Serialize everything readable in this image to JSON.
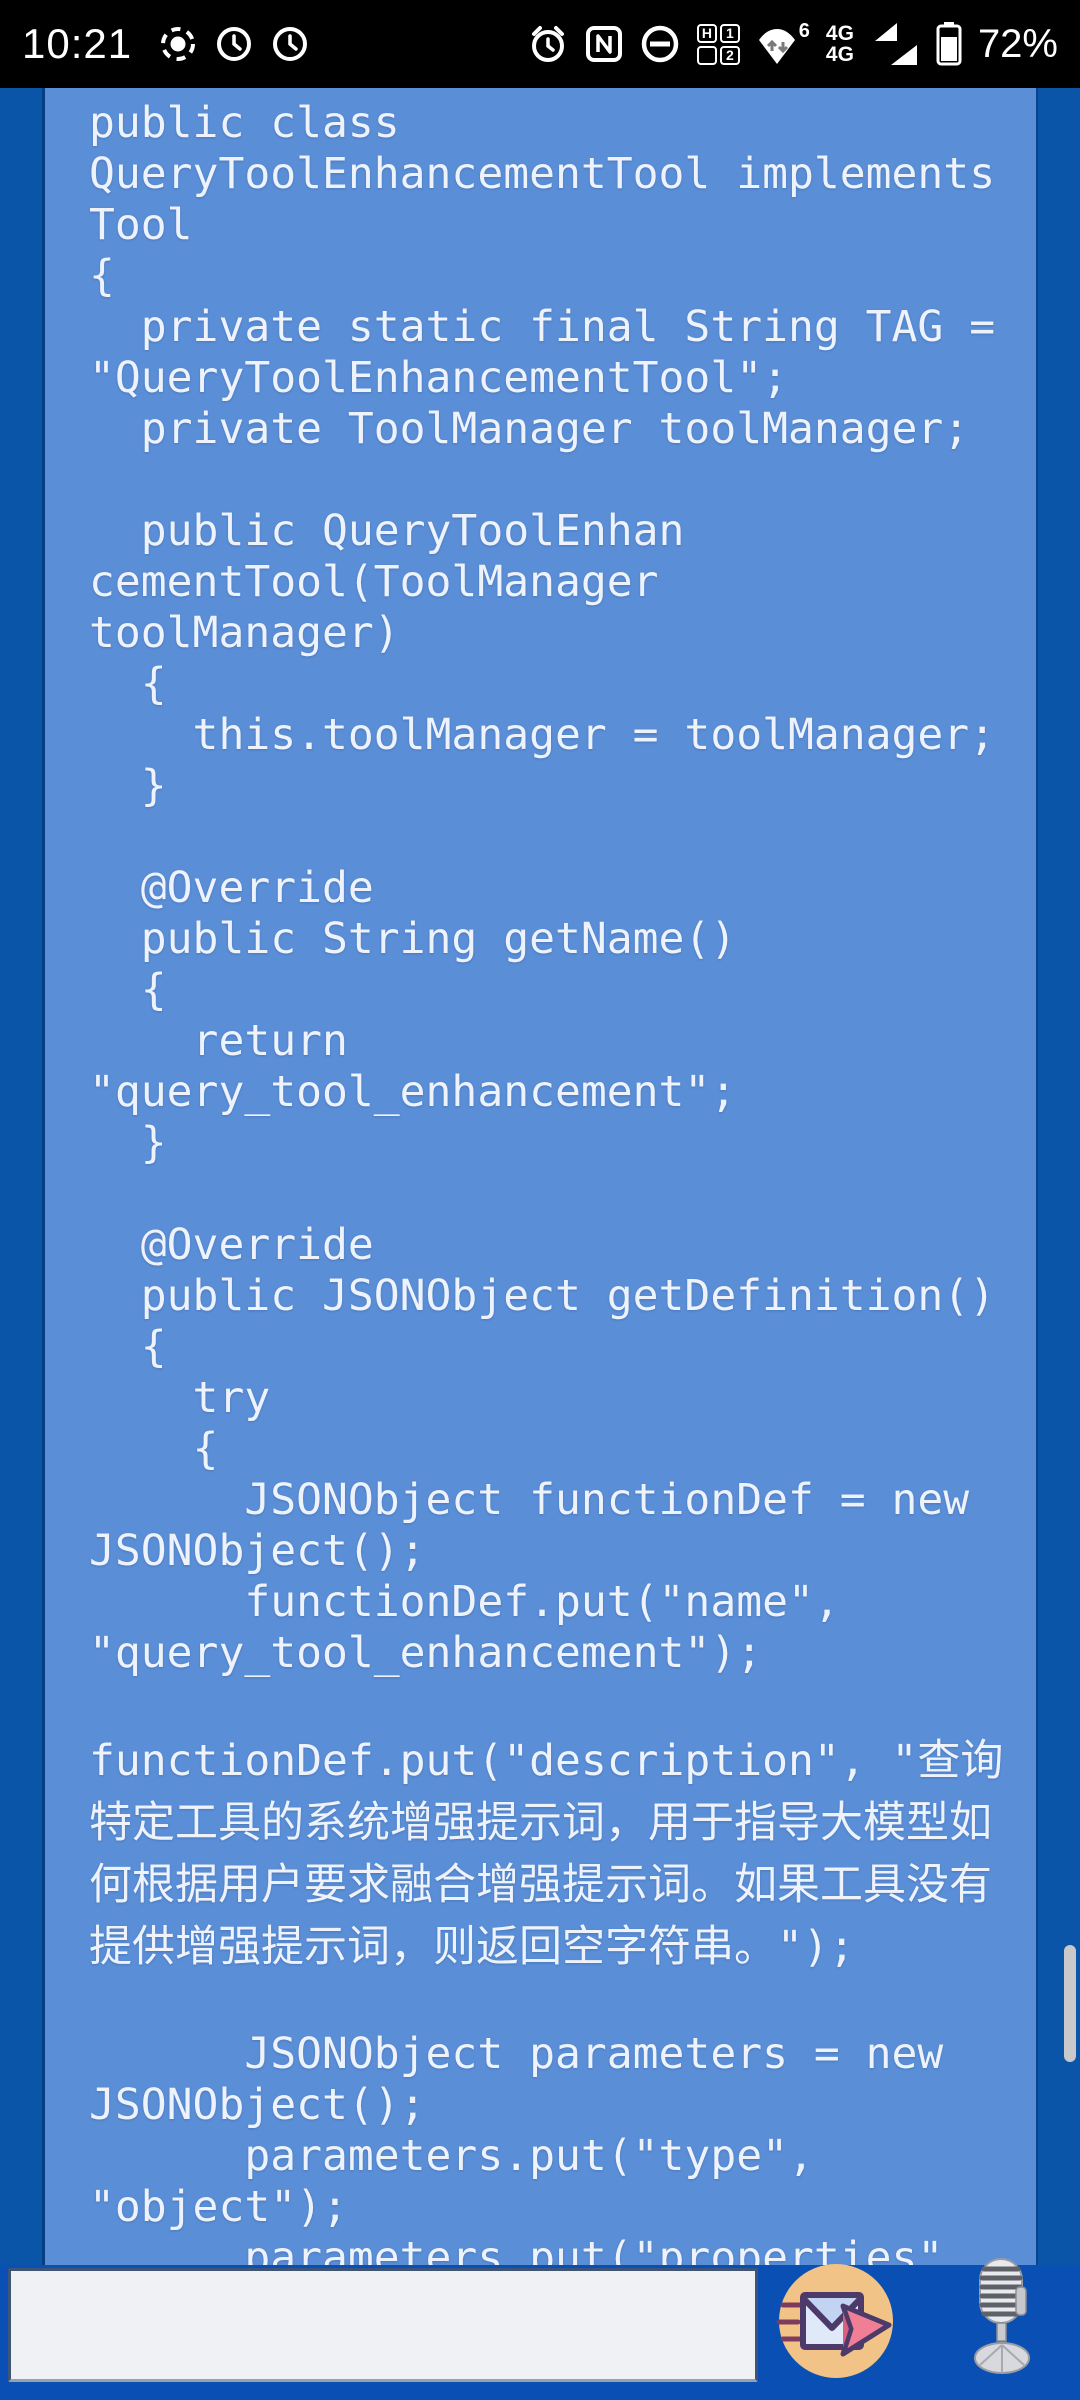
{
  "status_bar": {
    "time": "10:21",
    "battery_percent": "72%",
    "wifi_generation": "6",
    "sim1_network": "4G",
    "sim2_network": "4G",
    "hd_grid": {
      "top_left": "H",
      "top_right": "1",
      "bottom_left": "",
      "bottom_right": "2"
    },
    "left_icons": [
      "screen-record-icon",
      "clock-icon",
      "clock-icon"
    ],
    "right_icons": [
      "alarm-icon",
      "nfc-icon",
      "do-not-disturb-icon",
      "hd-sim-grid-icon",
      "wifi-icon",
      "dual-sim-signal-icon",
      "battery-icon"
    ]
  },
  "code_viewer": {
    "lines": [
      "public class",
      "QueryToolEnhancementTool implements",
      "Tool",
      "{",
      "  private static final String TAG =",
      "\"QueryToolEnhancementTool\";",
      "  private ToolManager toolManager;",
      "",
      "  public QueryToolEnhan",
      "cementTool(ToolManager",
      "toolManager)",
      "  {",
      "    this.toolManager = toolManager;",
      "  }",
      "",
      "  @Override",
      "  public String getName()",
      "  {",
      "    return",
      "\"query_tool_enhancement\";",
      "  }",
      "",
      "  @Override",
      "  public JSONObject getDefinition()",
      "  {",
      "    try",
      "    {",
      "      JSONObject functionDef = new",
      "JSONObject();",
      "      functionDef.put(\"name\",",
      "\"query_tool_enhancement\");",
      "",
      "functionDef.put(\"description\", \"查询",
      "特定工具的系统增强提示词，用于指导大模型如",
      "何根据用户要求融合增强提示词。如果工具没有",
      "提供增强提示词，则返回空字符串。\");",
      "",
      "      JSONObject parameters = new",
      "JSONObject();",
      "      parameters.put(\"type\",",
      "\"object\");",
      "      parameters.put(\"properties\""
    ]
  },
  "bottom_bar": {
    "input": {
      "value": "",
      "placeholder": ""
    },
    "buttons": [
      "send-mail-button",
      "microphone-button"
    ]
  },
  "colors": {
    "status_bar_background": "#000000",
    "panel_background": "#5a8ed6",
    "page_margin_background": "#0a55a8",
    "bottom_bar_background": "#0a50b4",
    "code_text": "#edf2fb",
    "input_background": "#f0f1f5",
    "scrollbar": "#c9c9cc",
    "envelope_circle": "#f2c387",
    "envelope_arrow_pink": "#f07f95",
    "envelope_outline_purple": "#4c3a6b"
  }
}
